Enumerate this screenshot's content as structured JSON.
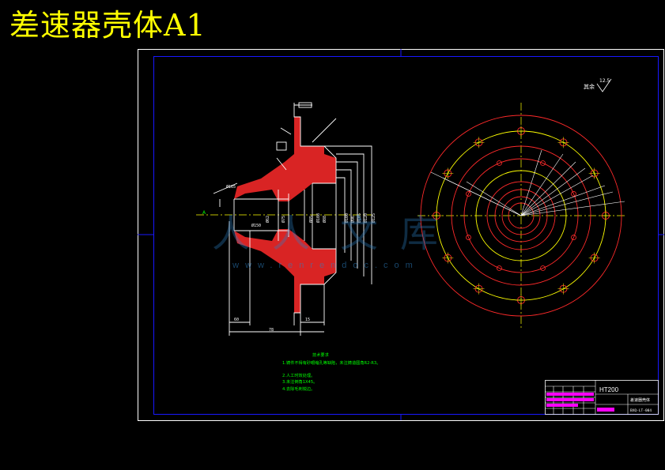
{
  "title": "差速器壳体A1",
  "colors": {
    "background": "#000000",
    "title": "#ffff00",
    "frame_outer": "#ffffff",
    "frame_inner": "#1818ff",
    "outline": "#ffffff",
    "section_fill": "#ff2a2a",
    "center_line": "#ffff00",
    "circle_red": "#ff2a2a",
    "circle_yellow": "#ffff00",
    "notes": "#00ff00",
    "title_block_magenta": "#ff00ff",
    "watermark": "#2d7fc1"
  },
  "drawing": {
    "roughness_label": "其余",
    "roughness_value": "12.5",
    "left_view": {
      "dims": [
        "Ø125",
        "Ø120",
        "Ø105",
        "Ø96",
        "Ø100",
        "Ø88",
        "Ø108",
        "Ø85",
        "Ø75",
        "Ø62",
        "78",
        "60",
        "15",
        "Ø150",
        "Ø165"
      ]
    },
    "title_block": {
      "material": "HT200",
      "part_name": "差速器壳体",
      "drawing_no": "BXQ-LT-004"
    }
  },
  "notes": {
    "heading": "技术要求",
    "items": [
      "1.铸件不得有砂眼缩孔等缺陷，未注铸造圆角R2-R3。",
      "2.人工时效处理。",
      "3.未注倒角1X45。",
      "4.去除毛刺锐边。"
    ]
  },
  "watermark": {
    "chars": [
      "人",
      "人",
      "文",
      "库"
    ],
    "url": "www.renrendoc.com"
  }
}
